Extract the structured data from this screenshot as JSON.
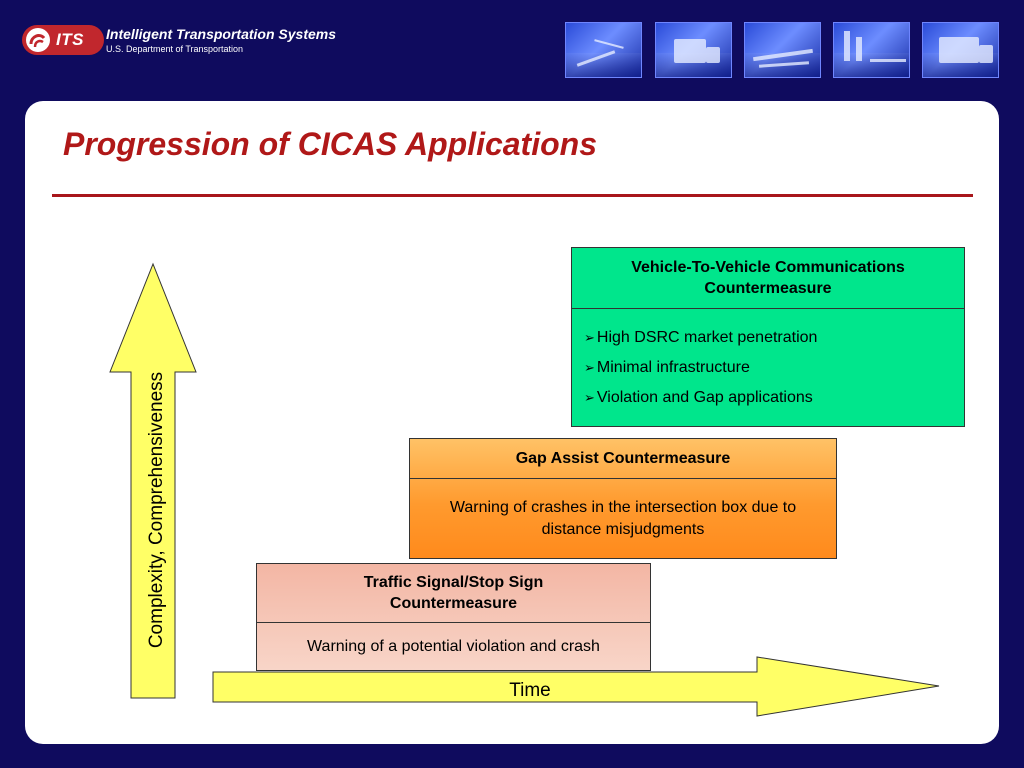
{
  "header": {
    "logo_badge": "ITS",
    "logo_title": "Intelligent Transportation Systems",
    "logo_subtitle": "U.S. Department of Transportation",
    "photos": [
      "road-night-photo",
      "truck-photo",
      "traffic-photo",
      "city-highway-photo",
      "truck-highway-photo"
    ]
  },
  "slide": {
    "title": "Progression of CICAS Applications"
  },
  "axes": {
    "vertical_label": "Complexity, Comprehensiveness",
    "horizontal_label": "Time"
  },
  "boxes": {
    "v2v": {
      "title": "Vehicle-To-Vehicle Communications Countermeasure",
      "bullets": [
        "High DSRC market penetration",
        "Minimal infrastructure",
        "Violation and Gap applications"
      ]
    },
    "gap_assist": {
      "title": "Gap Assist Countermeasure",
      "body": "Warning of crashes in the intersection box due to distance misjudgments"
    },
    "traffic_signal": {
      "title": "Traffic Signal/Stop Sign Countermeasure",
      "body": "Warning of a potential violation and crash"
    }
  },
  "colors": {
    "background": "#0f0b5e",
    "title": "#b01818",
    "arrow_fill": "#ffff66",
    "v2v_fill": "#00e68c",
    "gap_fill": "#ff9a2e",
    "traffic_fill": "#f8d5c8"
  }
}
